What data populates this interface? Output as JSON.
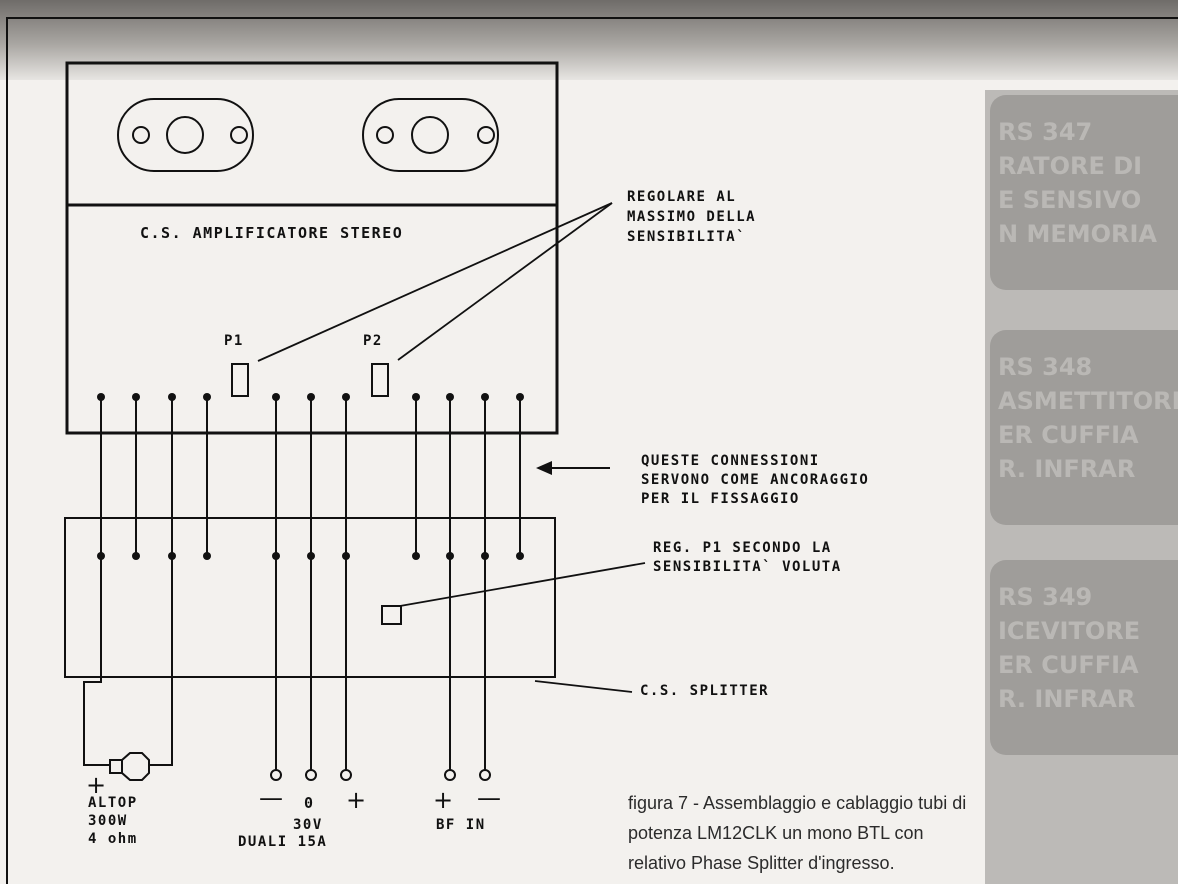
{
  "figure": {
    "amp_board": "C.S. AMPLIFICATORE STEREO",
    "pot_p1": "P1",
    "pot_p2": "P2",
    "note_adjust": [
      "REGOLARE AL",
      "MASSIMO DELLA",
      "SENSIBILITA`"
    ],
    "note_connections": [
      "QUESTE CONNESSIONI",
      "SERVONO COME ANCORAGGIO",
      "PER IL FISSAGGIO"
    ],
    "note_splitter_pot": [
      "REG. P1 SECONDO LA",
      "SENSIBILITA` VOLUTA"
    ],
    "splitter_board": "C.S. SPLITTER",
    "speaker": {
      "plus": "+",
      "name": "ALTOP",
      "power": "300W",
      "impedance": "4 ohm"
    },
    "supply": {
      "minus": "—",
      "zero": "0",
      "plus": "+",
      "voltage": "30V",
      "label": "DUALI 15A"
    },
    "input": {
      "plus": "+",
      "minus": "—",
      "label": "BF IN"
    }
  },
  "caption": "figura 7 - Assemblaggio e cablaggio tubi di potenza LM12CLK un mono BTL con relativo Phase Splitter d'ingresso.",
  "background": {
    "tiles": [
      "RS 347\nRATORE DI\nE SENSIVO\nN MEMORIA",
      "RS 348\nASMETTITORE\nER CUFFIA\nR. INFRAR",
      "RS 349\nICEVITORE\nER CUFFIA\nR. INFRAR"
    ]
  }
}
